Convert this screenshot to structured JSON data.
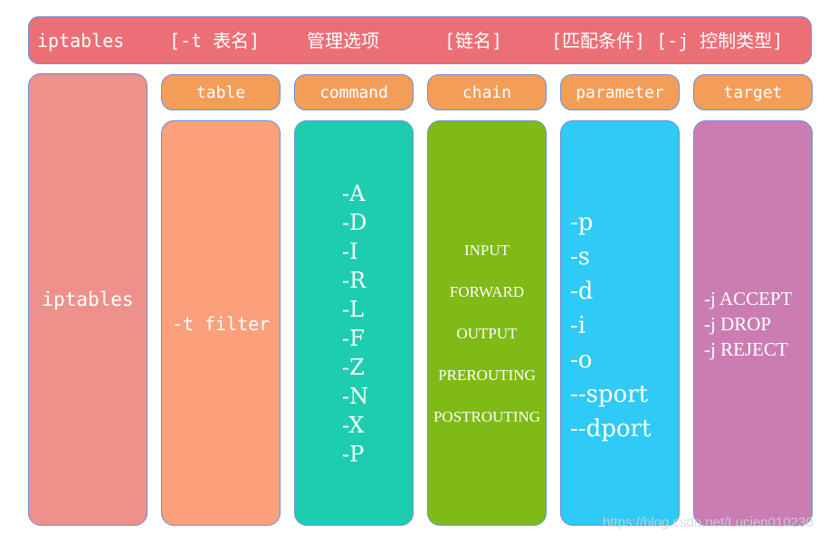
{
  "syntax": {
    "cmd": "iptables",
    "table": "[-t 表名]",
    "options": "管理选项",
    "chain": "[链名]",
    "match_target": "[匹配条件] [-j 控制类型]"
  },
  "left_column": {
    "label": "iptables"
  },
  "columns": {
    "table": {
      "header": "table",
      "items": [
        "-t filter"
      ]
    },
    "command": {
      "header": "command",
      "items": [
        "-A",
        "-D",
        "-I",
        "-R",
        "-L",
        "-F",
        "-Z",
        "-N",
        "-X",
        "-P"
      ]
    },
    "chain": {
      "header": "chain",
      "items": [
        "INPUT",
        "FORWARD",
        "OUTPUT",
        "PREROUTING",
        "POSTROUTING"
      ]
    },
    "parameter": {
      "header": "parameter",
      "items": [
        "-p",
        "-s",
        "-d",
        "-i",
        "-o",
        "--sport",
        "--dport"
      ]
    },
    "target": {
      "header": "target",
      "items": [
        "-j ACCEPT",
        "-j DROP",
        "-j REJECT"
      ]
    }
  },
  "watermark": "https://blog.csdn.net/Lucien010230",
  "colors": {
    "syntax_bar": "#ec6f76",
    "left_column": "#ee918b",
    "header": "#f39d59",
    "table": "#fba07b",
    "command": "#1ecdb0",
    "chain": "#7fba16",
    "parameter": "#2fcaf6",
    "target": "#cb7db2"
  }
}
